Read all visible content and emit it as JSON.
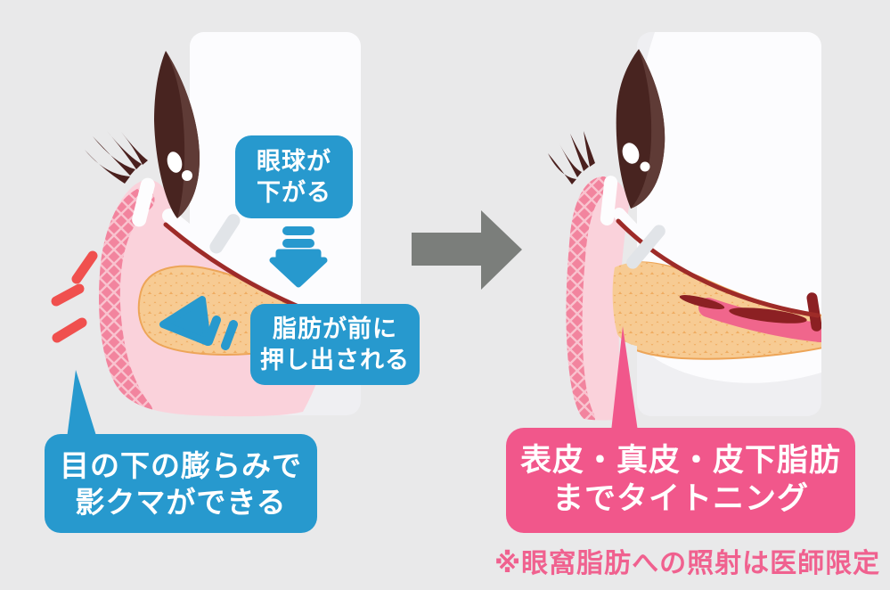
{
  "scene": {
    "description_labels": {
      "eyeball_drop": {
        "line1": "眼球が",
        "line2": "下がる"
      },
      "fat_pushed": {
        "line1": "脂肪が前に",
        "line2": "押し出される"
      },
      "shadow_bubble": {
        "line1": "目の下の膨らみで",
        "line2": "影クマができる"
      },
      "tightening_bubble": {
        "line1": "表皮・真皮・皮下脂肪",
        "line2": "までタイトニング"
      },
      "note": "※眼窩脂肪への照射は医師限定"
    },
    "icons": [
      "down-arrow-icon",
      "push-forward-arrow-icon",
      "transform-arrow-icon",
      "emphasis-marks-icon"
    ],
    "colors": {
      "background": "#E9E9EA",
      "panel": "#EFEFF2",
      "sclera_white": "#FCFCFE",
      "accent_blue": "#2799CE",
      "accent_pink": "#F1578B",
      "note_pink": "#F0618F",
      "skin_pink": "#FAD2DB",
      "dermis_pink": "#F2849E",
      "dermis_lattice": "#F9C3CF",
      "fat_orange": "#EFAC60",
      "fat_cell": "#F7CB93",
      "septum_dark_red": "#9E2B28",
      "muscle_pink": "#F0668C",
      "muscle_streak": "#8C2023",
      "iris_dark": "#482420",
      "iris_light": "#5F3B36",
      "lash_brown": "#4A201E",
      "emphasis_red": "#F0504E",
      "transform_arrow_gray": "#7B7E7B"
    }
  }
}
